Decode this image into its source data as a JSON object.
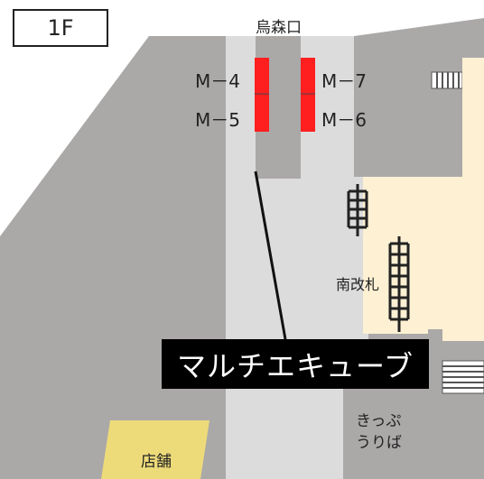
{
  "floor_label": "1F",
  "labels": {
    "gate_north": "烏森口",
    "platform_m4": "M－4",
    "platform_m5": "M－5",
    "platform_m6": "M－6",
    "platform_m7": "M－7",
    "gate_south": "南改札",
    "ticket_line1": "きっぷ",
    "ticket_line2": "うりば",
    "shop": "店舗",
    "callout": "マルチエキューブ"
  },
  "colors": {
    "building": "#aba8a8",
    "corridor": "#dcdcdc",
    "concourse": "#fdf0d3",
    "shop": "#eddb7a",
    "platform": "#ff1f1f",
    "callout_bg": "#000000"
  }
}
